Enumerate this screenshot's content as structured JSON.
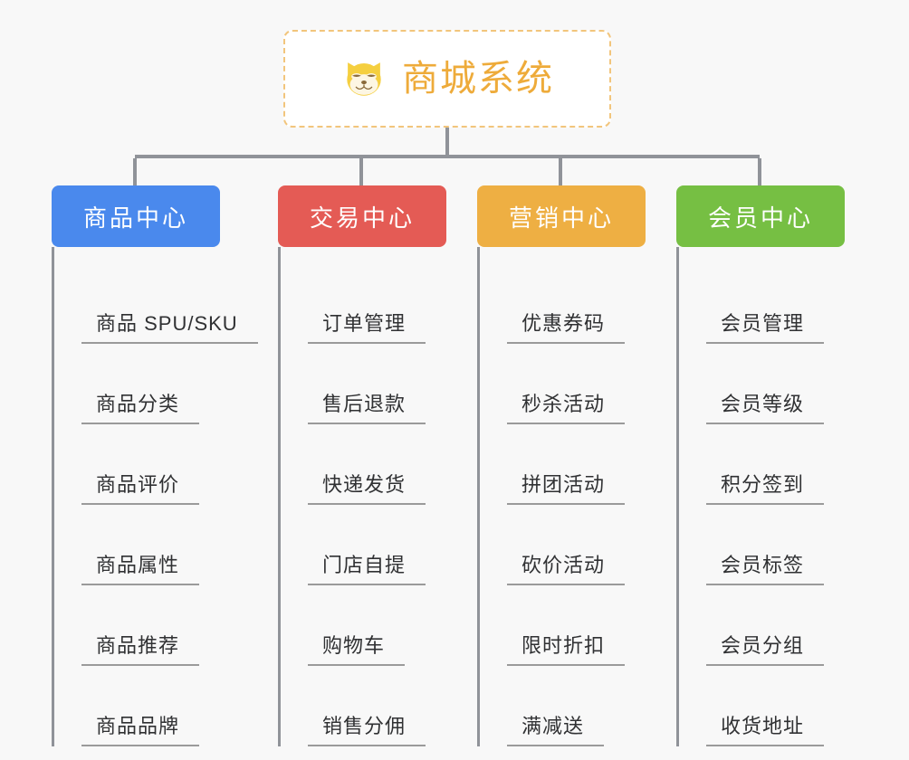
{
  "diagram": {
    "type": "tree-mindmap",
    "background_color": "#f8f8f8",
    "root": {
      "title": "商城系统",
      "icon": "shiba-inu-dog-face-icon",
      "text_color": "#eeab3a",
      "border_color": "#f2c57c",
      "background_color": "#ffffff"
    },
    "connector_color": "#909399",
    "columns": [
      {
        "title": "商品中心",
        "color": "#4a89ed",
        "items": [
          "商品 SPU/SKU",
          "商品分类",
          "商品评价",
          "商品属性",
          "商品推荐",
          "商品品牌"
        ]
      },
      {
        "title": "交易中心",
        "color": "#e45b55",
        "items": [
          "订单管理",
          "售后退款",
          "快递发货",
          "门店自提",
          "购物车",
          "销售分佣"
        ]
      },
      {
        "title": "营销中心",
        "color": "#eeaf43",
        "items": [
          "优惠券码",
          "秒杀活动",
          "拼团活动",
          "砍价活动",
          "限时折扣",
          "满减送"
        ]
      },
      {
        "title": "会员中心",
        "color": "#76bf43",
        "items": [
          "会员管理",
          "会员等级",
          "积分签到",
          "会员标签",
          "会员分组",
          "收货地址"
        ]
      }
    ]
  }
}
